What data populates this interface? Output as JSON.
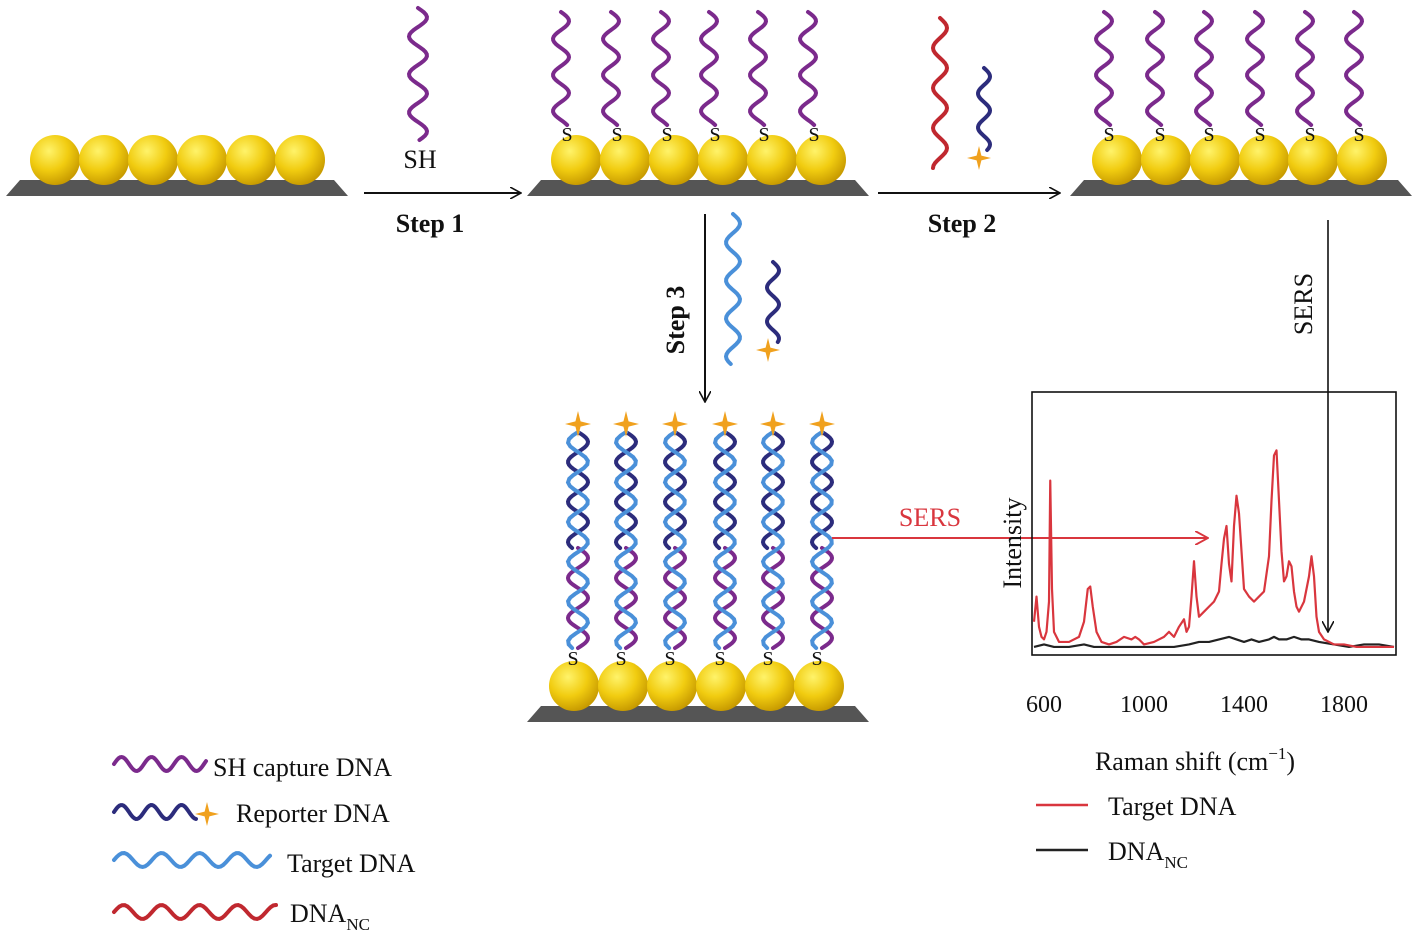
{
  "steps": {
    "step1_label": "Step 1",
    "step2_label": "Step 2",
    "step3_label": "Step 3",
    "thiol_group": "SH",
    "sulfur_label": "S"
  },
  "sers": {
    "vertical_label": "SERS",
    "horizontal_label": "SERS",
    "horizontal_color": "#d9363e"
  },
  "legend_left": {
    "items": [
      {
        "label": "SH capture DNA",
        "color": "#7b2a8c"
      },
      {
        "label": "Reporter DNA",
        "color": "#2c2c7c"
      },
      {
        "label": "Target DNA",
        "color": "#4a90d9"
      },
      {
        "label": "DNA",
        "sub": "NC",
        "color": "#c0282f"
      }
    ]
  },
  "chart_data": {
    "type": "line",
    "xlabel": "Raman shift (cm",
    "xlabel_sup": "−1",
    "xlabel_end": ")",
    "ylabel": "Intensity",
    "xlim": [
      560,
      2000
    ],
    "x_ticks": [
      "600",
      "1000",
      "1400",
      "1800"
    ],
    "x_tick_values": [
      600,
      1000,
      1400,
      1800
    ],
    "ylim": [
      0,
      1.0
    ],
    "series": [
      {
        "name": "Target DNA",
        "color": "#d9363e",
        "x": [
          560,
          570,
          580,
          590,
          600,
          610,
          620,
          625,
          632,
          640,
          660,
          700,
          740,
          760,
          775,
          785,
          795,
          810,
          830,
          860,
          890,
          920,
          950,
          965,
          980,
          1000,
          1040,
          1080,
          1100,
          1120,
          1140,
          1160,
          1170,
          1180,
          1190,
          1200,
          1210,
          1220,
          1240,
          1260,
          1280,
          1300,
          1310,
          1320,
          1330,
          1340,
          1350,
          1360,
          1370,
          1380,
          1390,
          1400,
          1420,
          1440,
          1460,
          1480,
          1500,
          1510,
          1520,
          1530,
          1540,
          1550,
          1560,
          1570,
          1580,
          1590,
          1600,
          1610,
          1620,
          1640,
          1660,
          1670,
          1680,
          1690,
          1700,
          1720,
          1760,
          1800,
          1850,
          1900,
          1950,
          2000
        ],
        "y": [
          0.12,
          0.22,
          0.1,
          0.06,
          0.05,
          0.08,
          0.2,
          0.68,
          0.25,
          0.08,
          0.04,
          0.04,
          0.06,
          0.12,
          0.25,
          0.26,
          0.18,
          0.08,
          0.04,
          0.03,
          0.04,
          0.06,
          0.05,
          0.06,
          0.05,
          0.03,
          0.04,
          0.06,
          0.08,
          0.06,
          0.1,
          0.13,
          0.08,
          0.1,
          0.22,
          0.36,
          0.22,
          0.14,
          0.16,
          0.18,
          0.2,
          0.24,
          0.35,
          0.45,
          0.5,
          0.35,
          0.28,
          0.5,
          0.62,
          0.55,
          0.4,
          0.25,
          0.22,
          0.2,
          0.22,
          0.24,
          0.38,
          0.6,
          0.78,
          0.8,
          0.6,
          0.4,
          0.28,
          0.3,
          0.36,
          0.34,
          0.24,
          0.18,
          0.16,
          0.2,
          0.3,
          0.38,
          0.3,
          0.14,
          0.08,
          0.05,
          0.03,
          0.03,
          0.02,
          0.02,
          0.02,
          0.02
        ]
      },
      {
        "name": "DNA",
        "sub": "NC",
        "color": "#222222",
        "x": [
          560,
          600,
          640,
          700,
          760,
          800,
          860,
          900,
          960,
          1000,
          1060,
          1120,
          1180,
          1220,
          1260,
          1300,
          1340,
          1370,
          1400,
          1430,
          1460,
          1500,
          1520,
          1540,
          1570,
          1600,
          1630,
          1660,
          1700,
          1760,
          1820,
          1880,
          1940,
          2000
        ],
        "y": [
          0.02,
          0.03,
          0.02,
          0.02,
          0.03,
          0.02,
          0.02,
          0.02,
          0.02,
          0.02,
          0.02,
          0.02,
          0.03,
          0.04,
          0.04,
          0.05,
          0.06,
          0.05,
          0.04,
          0.05,
          0.04,
          0.05,
          0.06,
          0.05,
          0.05,
          0.06,
          0.05,
          0.05,
          0.04,
          0.03,
          0.02,
          0.03,
          0.03,
          0.02
        ]
      }
    ],
    "legend": {
      "position": "below",
      "items": [
        {
          "label": "Target DNA",
          "color": "#d9363e"
        },
        {
          "label": "DNA",
          "sub": "NC",
          "color": "#222222"
        }
      ]
    }
  }
}
